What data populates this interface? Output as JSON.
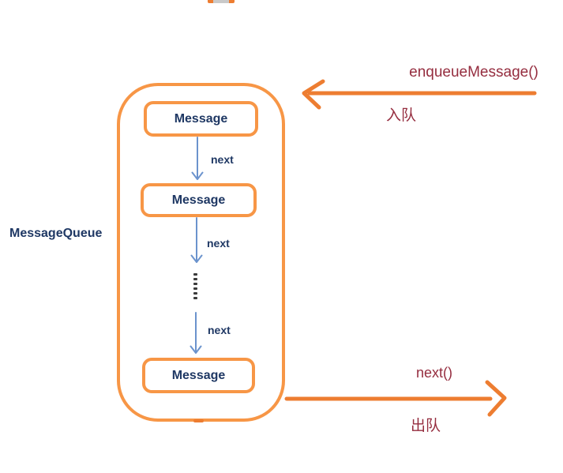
{
  "diagram": {
    "queue_label": "MessageQueue",
    "nodes": [
      "Message",
      "Message",
      "Message"
    ],
    "link_labels": [
      "next",
      "next",
      "next"
    ],
    "enqueue": {
      "method": "enqueueMessage()",
      "caption": "入队"
    },
    "dequeue": {
      "method": "next()",
      "caption": "出队"
    },
    "colors": {
      "shape_orange": "#F79646",
      "arrow_orange": "#ED7D31",
      "link_blue": "#6B93CD",
      "node_text": "#1F3864",
      "annotation_red": "#952D3F",
      "ellipsis_dark": "#3B3B3B",
      "artifact_gray": "#C9C9C9"
    }
  }
}
